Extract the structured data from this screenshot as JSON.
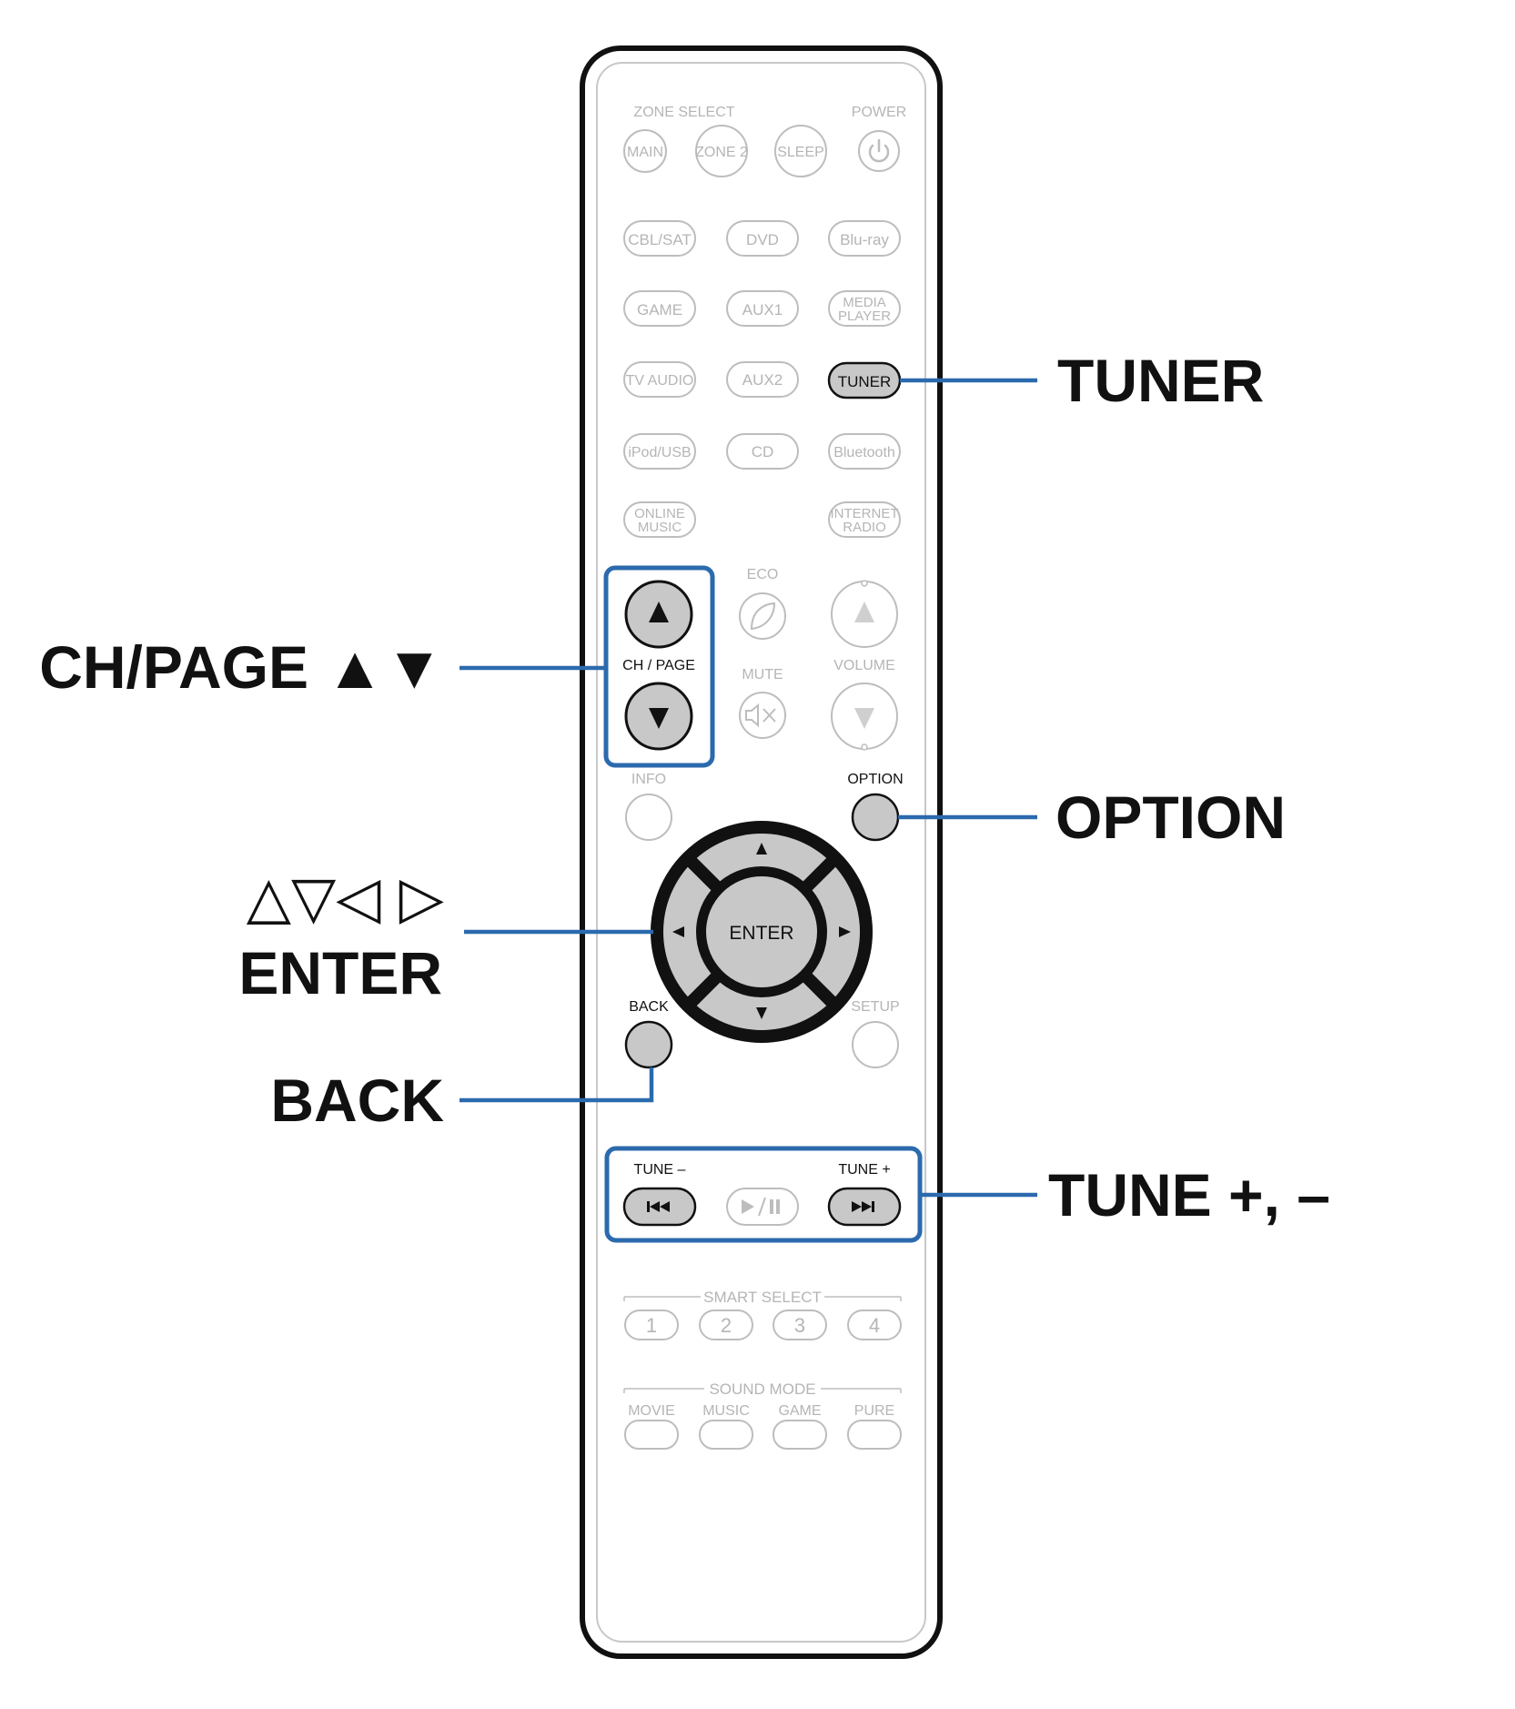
{
  "callouts": {
    "tuner": "TUNER",
    "ch_page": "CH/PAGE ▲▼",
    "option": "OPTION",
    "cursor_arrows": "△▽◁ ▷",
    "enter": "ENTER",
    "back": "BACK",
    "tune": "TUNE +, –"
  },
  "remote": {
    "zone_select": "ZONE SELECT",
    "power": "POWER",
    "main": "MAIN",
    "zone2": "ZONE 2",
    "sleep": "SLEEP",
    "sources": {
      "cbl_sat": "CBL/SAT",
      "dvd": "DVD",
      "bluray": "Blu-ray",
      "game": "GAME",
      "aux1": "AUX1",
      "media_player": [
        "MEDIA",
        "PLAYER"
      ],
      "tv_audio": "TV AUDIO",
      "aux2": "AUX2",
      "tuner": "TUNER",
      "ipod_usb": "iPod/USB",
      "cd": "CD",
      "bluetooth": "Bluetooth",
      "online_music": [
        "ONLINE",
        "MUSIC"
      ],
      "internet_radio": [
        "INTERNET",
        "RADIO"
      ]
    },
    "eco": "ECO",
    "ch_page": "CH / PAGE",
    "mute": "MUTE",
    "volume": "VOLUME",
    "info": "INFO",
    "option": "OPTION",
    "enter": "ENTER",
    "back": "BACK",
    "setup": "SETUP",
    "tune_minus": "TUNE –",
    "tune_plus": "TUNE +",
    "smart_select": "SMART SELECT",
    "smart_buttons": [
      "1",
      "2",
      "3",
      "4"
    ],
    "sound_mode": "SOUND MODE",
    "sound_modes": [
      "MOVIE",
      "MUSIC",
      "GAME",
      "PURE"
    ]
  },
  "colors": {
    "highlight_blue": "#2b6aad",
    "active_fill": "#c8c8c8",
    "inactive_stroke": "#bdbdbd"
  }
}
